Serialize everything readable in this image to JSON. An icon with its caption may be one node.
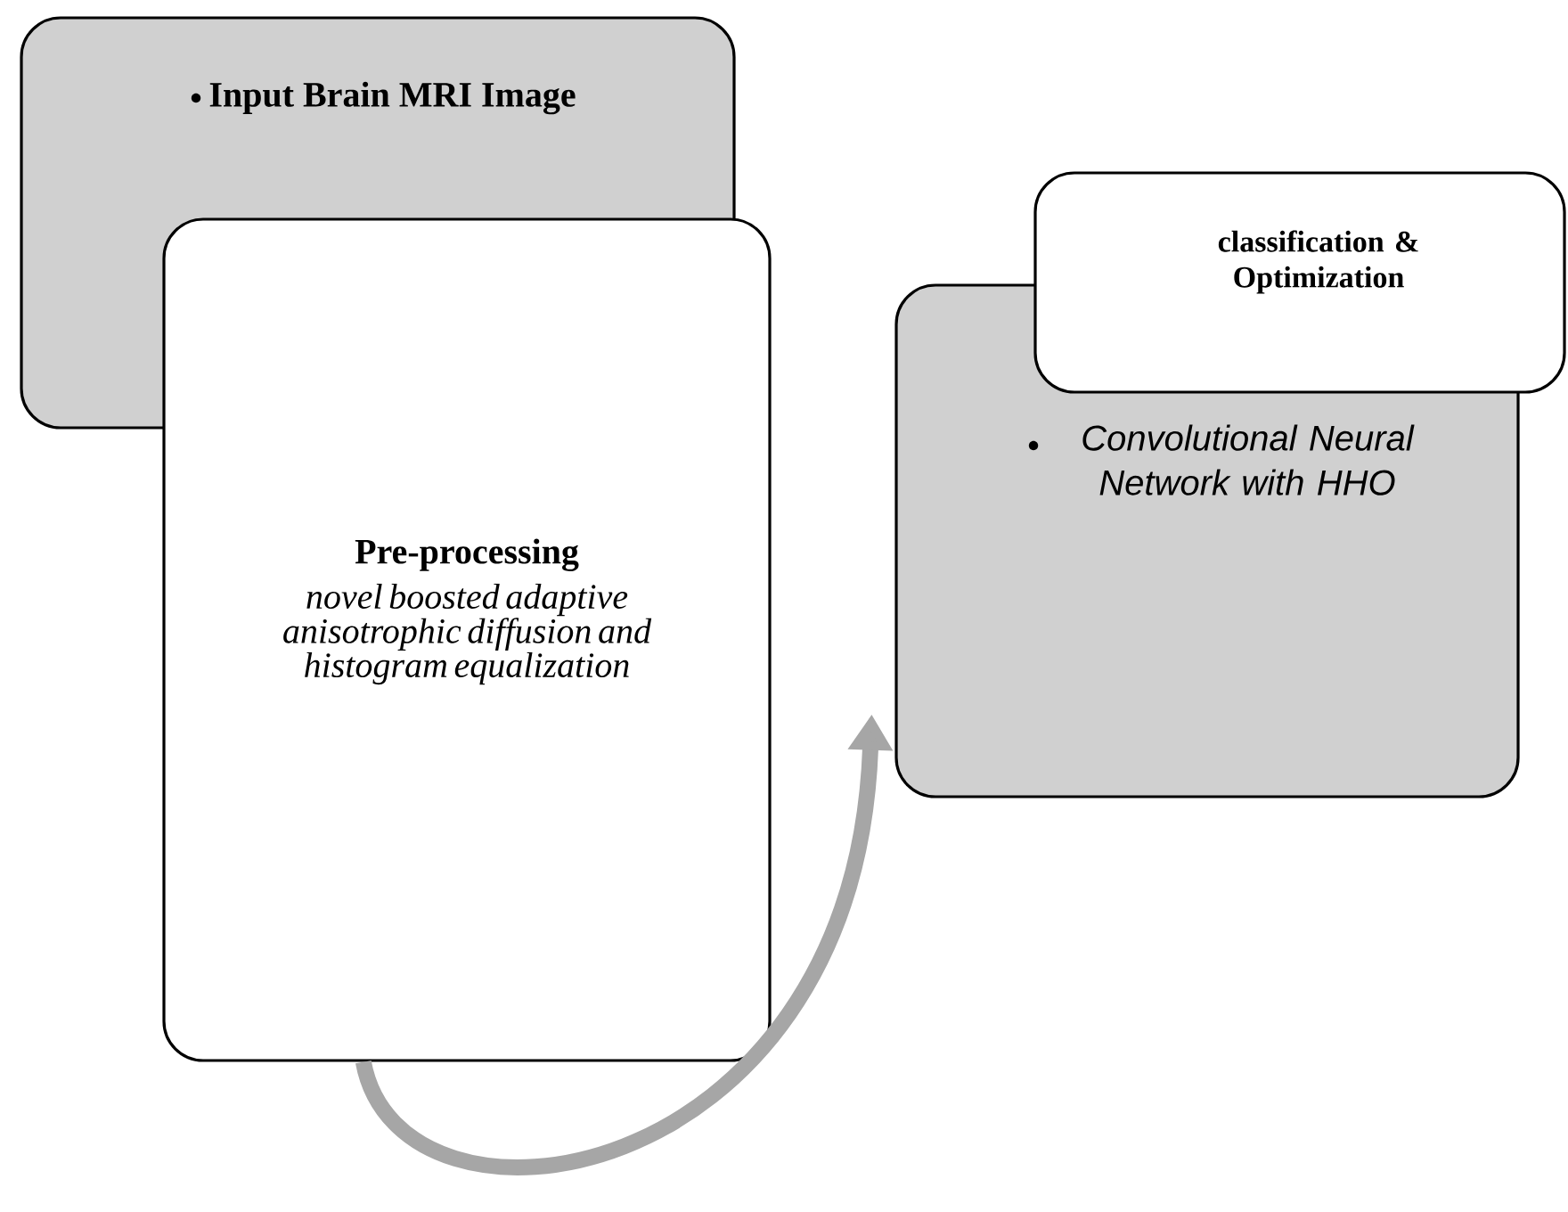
{
  "diagram": {
    "nodes": [
      {
        "text": [
          "Input Brain MRI Image"
        ]
      },
      {
        "text": [
          "Pre-processing",
          "novel boosted adaptive anisotrophic diffusion and histogram equalization"
        ]
      },
      {
        "text": [
          "Convolutional Neural Network with HHO"
        ]
      },
      {
        "text": [
          "classification & Optimization"
        ]
      }
    ],
    "edges": [
      {
        "from": 1,
        "to": 2,
        "arrow": "to",
        "color": "#a6a6a6"
      }
    ]
  }
}
